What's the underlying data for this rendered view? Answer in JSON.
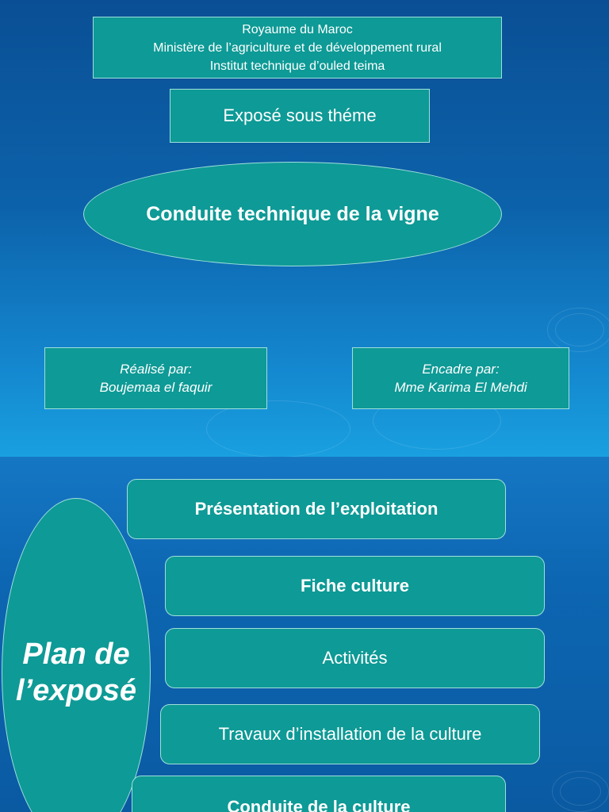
{
  "slide1": {
    "header_lines": [
      "Royaume du Maroc",
      "Ministère de l’agriculture et de  développement rural",
      "Institut technique d’ouled teima"
    ],
    "subtitle": "Exposé sous théme",
    "title": "Conduite technique de la vigne",
    "realise_label": "Réalisé par:",
    "realise_name": "Boujemaa el faquir",
    "encadre_label": "Encadre par:",
    "encadre_name": "Mme Karima El Mehdi"
  },
  "slide2": {
    "plan_title_line1": "Plan de",
    "plan_title_line2": "l’exposé",
    "items": [
      "Présentation de l’exploitation",
      "Fiche culture",
      "Activités",
      "Travaux d’installation de la culture",
      "Conduite de la culture"
    ]
  },
  "colors": {
    "box_fill": "#0e9a96",
    "box_border": "#9fe0dc",
    "background": "#0a5a9e"
  }
}
